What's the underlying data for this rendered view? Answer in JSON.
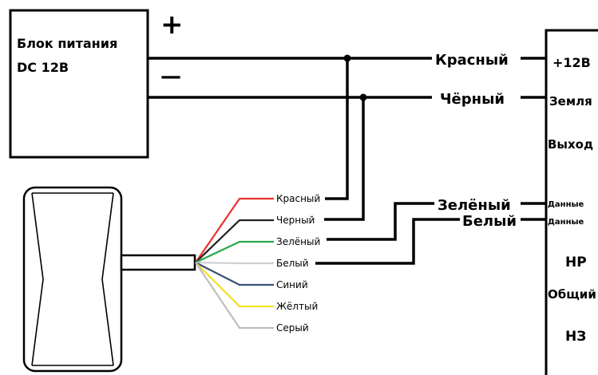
{
  "power_supply": {
    "title_line1": "Блок питания",
    "title_line2": "DC 12В",
    "plus": "+",
    "minus": "—"
  },
  "controller": {
    "pins": {
      "p12v": "+12В",
      "ground": "Земля",
      "output": "Выход",
      "data1": "Данные",
      "data2": "Данные",
      "no": "НР",
      "common": "Общий",
      "nc": "НЗ"
    }
  },
  "main_wires": {
    "red": "Красный",
    "black": "Чёрный",
    "green": "Зелёный",
    "white": "Белый"
  },
  "reader_wires": [
    {
      "label": "Красный",
      "color": "#e8322d"
    },
    {
      "label": "Черный",
      "color": "#222222"
    },
    {
      "label": "Зелёный",
      "color": "#2aa84a"
    },
    {
      "label": "Белый",
      "color": "#d0d0d0"
    },
    {
      "label": "Синий",
      "color": "#3b4f7a"
    },
    {
      "label": "Жёлтый",
      "color": "#f2e01e"
    },
    {
      "label": "Серый",
      "color": "#bdbdbd"
    }
  ]
}
